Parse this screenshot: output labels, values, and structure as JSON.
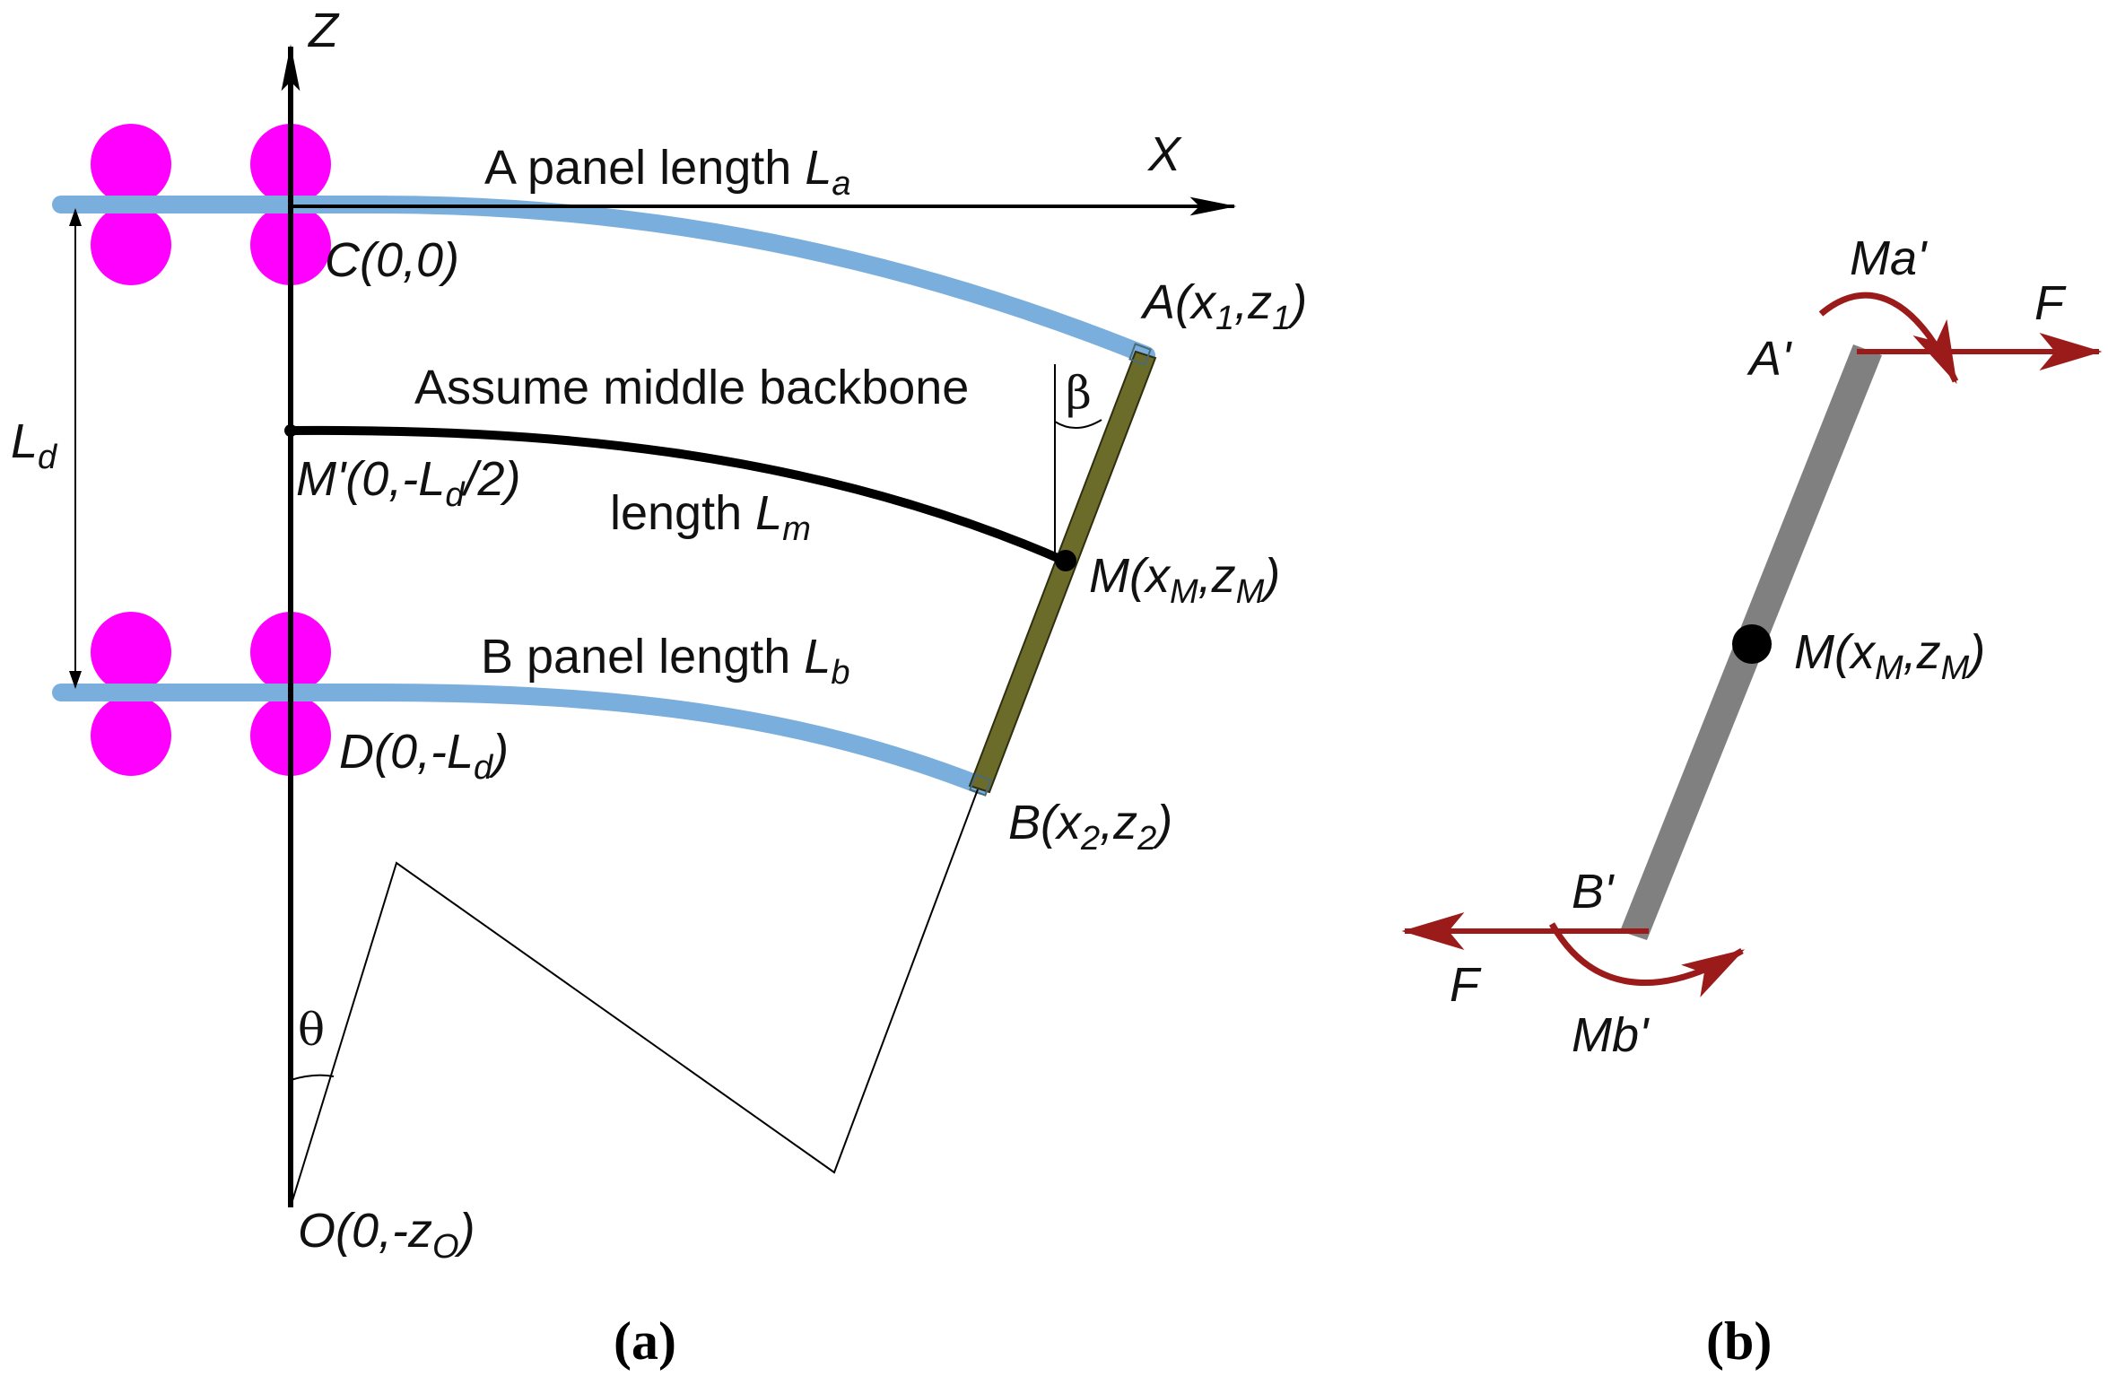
{
  "panel_a": {
    "axis_z": "Z",
    "axis_x": "X",
    "label_a_panel": "A panel length ",
    "label_a_panel_var": "L",
    "label_a_panel_sub": "a",
    "label_b_panel": "B panel length ",
    "label_b_panel_var": "L",
    "label_b_panel_sub": "b",
    "label_middle_1": "Assume middle backbone",
    "label_middle_2": "length ",
    "label_middle_2_var": "L",
    "label_middle_2_sub": "m",
    "ld_var": "L",
    "ld_sub": "d",
    "point_c": "C(0,0)",
    "point_d_pre": "D(0,-L",
    "point_d_sub": "d",
    "point_d_post": ")",
    "point_mprime_pre": "M'(0,-L",
    "point_mprime_sub": "d",
    "point_mprime_post": "/2)",
    "point_a_pre": "A(x",
    "point_a_sub1": "1",
    "point_a_mid": ",z",
    "point_a_sub2": "1",
    "point_a_post": ")",
    "point_b_pre": "B(x",
    "point_b_sub1": "2",
    "point_b_mid": ",z",
    "point_b_sub2": "2",
    "point_b_post": ")",
    "point_m_pre": "M(x",
    "point_m_sub1": "M",
    "point_m_mid": ",z",
    "point_m_sub2": "M",
    "point_m_post": ")",
    "point_o_pre": "O(0,-z",
    "point_o_sub": "O",
    "point_o_post": ")",
    "angle_beta": "β",
    "angle_theta": "θ",
    "caption": "(a)"
  },
  "panel_b": {
    "point_aprime": "A'",
    "point_bprime": "B'",
    "moment_a": "Ma'",
    "moment_b": "Mb'",
    "force_top": "F",
    "force_bottom": "F",
    "point_m_pre": "M(x",
    "point_m_sub1": "M",
    "point_m_mid": ",z",
    "point_m_sub2": "M",
    "point_m_post": ")",
    "caption": "(b)"
  },
  "colors": {
    "roller": "#ff00ff",
    "panel": "#7aaedc",
    "rigid_link": "#6b6b2a",
    "force": "#9b1b1b",
    "link_b": "#808080"
  }
}
